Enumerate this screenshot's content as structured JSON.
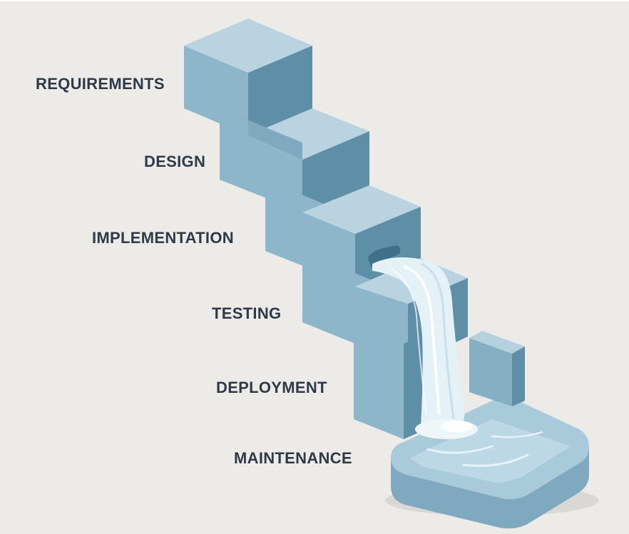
{
  "stages": [
    "REQUIREMENTS",
    "DESIGN",
    "IMPLEMENTATION",
    "TESTING",
    "DEPLOYMENT",
    "MAINTENANCE"
  ],
  "colors": {
    "background": "#ecebe8",
    "label_text": "#2f3a48",
    "step_front": "#8eb6cb",
    "step_top": "#b9d3e0",
    "step_side": "#5f8ea7",
    "water": "#e6f2f7",
    "pool": "#a9cadb"
  }
}
